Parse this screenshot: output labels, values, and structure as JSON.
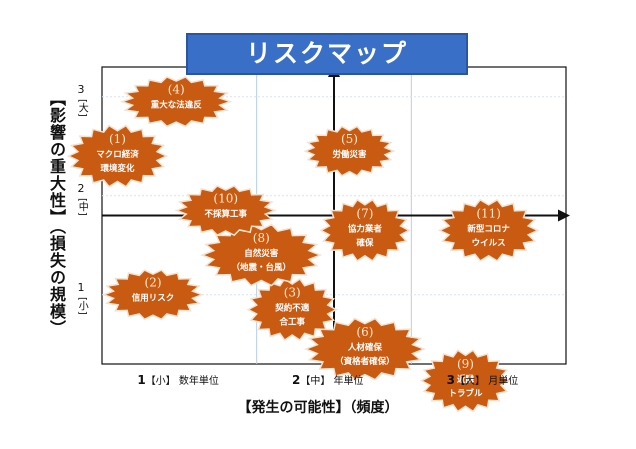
{
  "chart_data": {
    "type": "scatter",
    "title": "リスクマップ",
    "xlabel": "【発生の可能性】（頻度）",
    "ylabel": "【影響の重大性】（損失の規模）",
    "xlim": [
      0.5,
      3.5
    ],
    "ylim": [
      0.3,
      3.3
    ],
    "x_ticks": [
      {
        "value": 1,
        "num": "1",
        "bracket": "【小】",
        "unit": "数年単位"
      },
      {
        "value": 2,
        "num": "2",
        "bracket": "【中】",
        "unit": "年単位"
      },
      {
        "value": 3,
        "num": "3",
        "bracket": "【大】",
        "unit": "月単位"
      }
    ],
    "y_ticks": [
      {
        "value": 1,
        "num": "1",
        "word": "[小]"
      },
      {
        "value": 2,
        "num": "2",
        "word": "[中]"
      },
      {
        "value": 3,
        "num": "3",
        "word": "[大]"
      }
    ],
    "points": [
      {
        "id": "(1)",
        "label": "マクロ経済\n環境変化",
        "x": 0.6,
        "y": 2.4
      },
      {
        "id": "(2)",
        "label": "信用リスク",
        "x": 0.83,
        "y": 1.0
      },
      {
        "id": "(3)",
        "label": "契約不適\n合工事",
        "x": 1.73,
        "y": 0.85
      },
      {
        "id": "(4)",
        "label": "重大な法違反",
        "x": 0.98,
        "y": 2.95
      },
      {
        "id": "(5)",
        "label": "労働災害",
        "x": 2.1,
        "y": 2.45
      },
      {
        "id": "(6)",
        "label": "人材確保\n（資格者確保）",
        "x": 2.2,
        "y": 0.45
      },
      {
        "id": "(7)",
        "label": "協力業者\n確保",
        "x": 2.2,
        "y": 1.65
      },
      {
        "id": "(8)",
        "label": "自然災害\n（地震・台風）",
        "x": 1.53,
        "y": 1.4
      },
      {
        "id": "(9)",
        "label": "近隣\nトラブル",
        "x": 2.85,
        "y": 0.13
      },
      {
        "id": "(10)",
        "label": "不採算工事",
        "x": 1.3,
        "y": 1.85
      },
      {
        "id": "(11)",
        "label": "新型コロナ\nウイルス",
        "x": 3.0,
        "y": 1.65
      }
    ],
    "colors": {
      "burst_fill": "#c85a12",
      "burst_stroke": "#f3e2cf",
      "title_bg": "#3a6fc7",
      "axis": "#111111"
    },
    "grid": false
  }
}
